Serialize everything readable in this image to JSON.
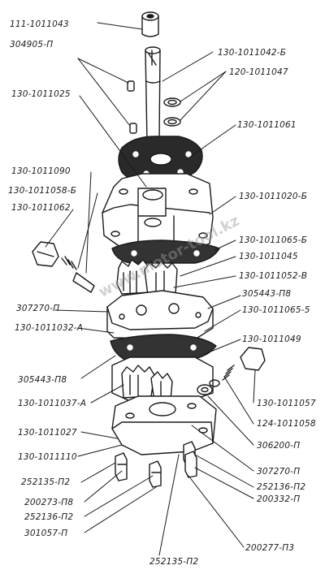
{
  "labels": {
    "l01": "111-1011043",
    "l02": "304905-П",
    "l03": "130-1011042-Б",
    "l04": "120-1011047",
    "l05": "130-1011025",
    "l06": "130-1011061",
    "l07": "130-1011090",
    "l08": "130-1011058-Б",
    "l09": "130-1011020-Б",
    "l10": "130-1011062",
    "l11": "130-1011065-Б",
    "l12": "130-1011045",
    "l13": "130-1011052-В",
    "l14": "305443-П8",
    "l15": "307270-П",
    "l16": "130-1011032-А",
    "l17": "130-1011065-5",
    "l18": "130-1011049",
    "l19": "305443-П8",
    "l20": "130-1011037-А",
    "l21": "130-1011057",
    "l22": "124-1011058",
    "l23": "130-1011027",
    "l24": "306200-П",
    "l25": "130-1011110",
    "l26": "307270-П",
    "l27": "252135-П2",
    "l28": "252136-П2",
    "l29": "200332-П",
    "l30": "200273-П8",
    "l31": "252136-П2",
    "l32": "301057-П",
    "l33": "200277-П3",
    "l34": "252135-П2"
  },
  "watermark": "www.motor-tool.kz"
}
